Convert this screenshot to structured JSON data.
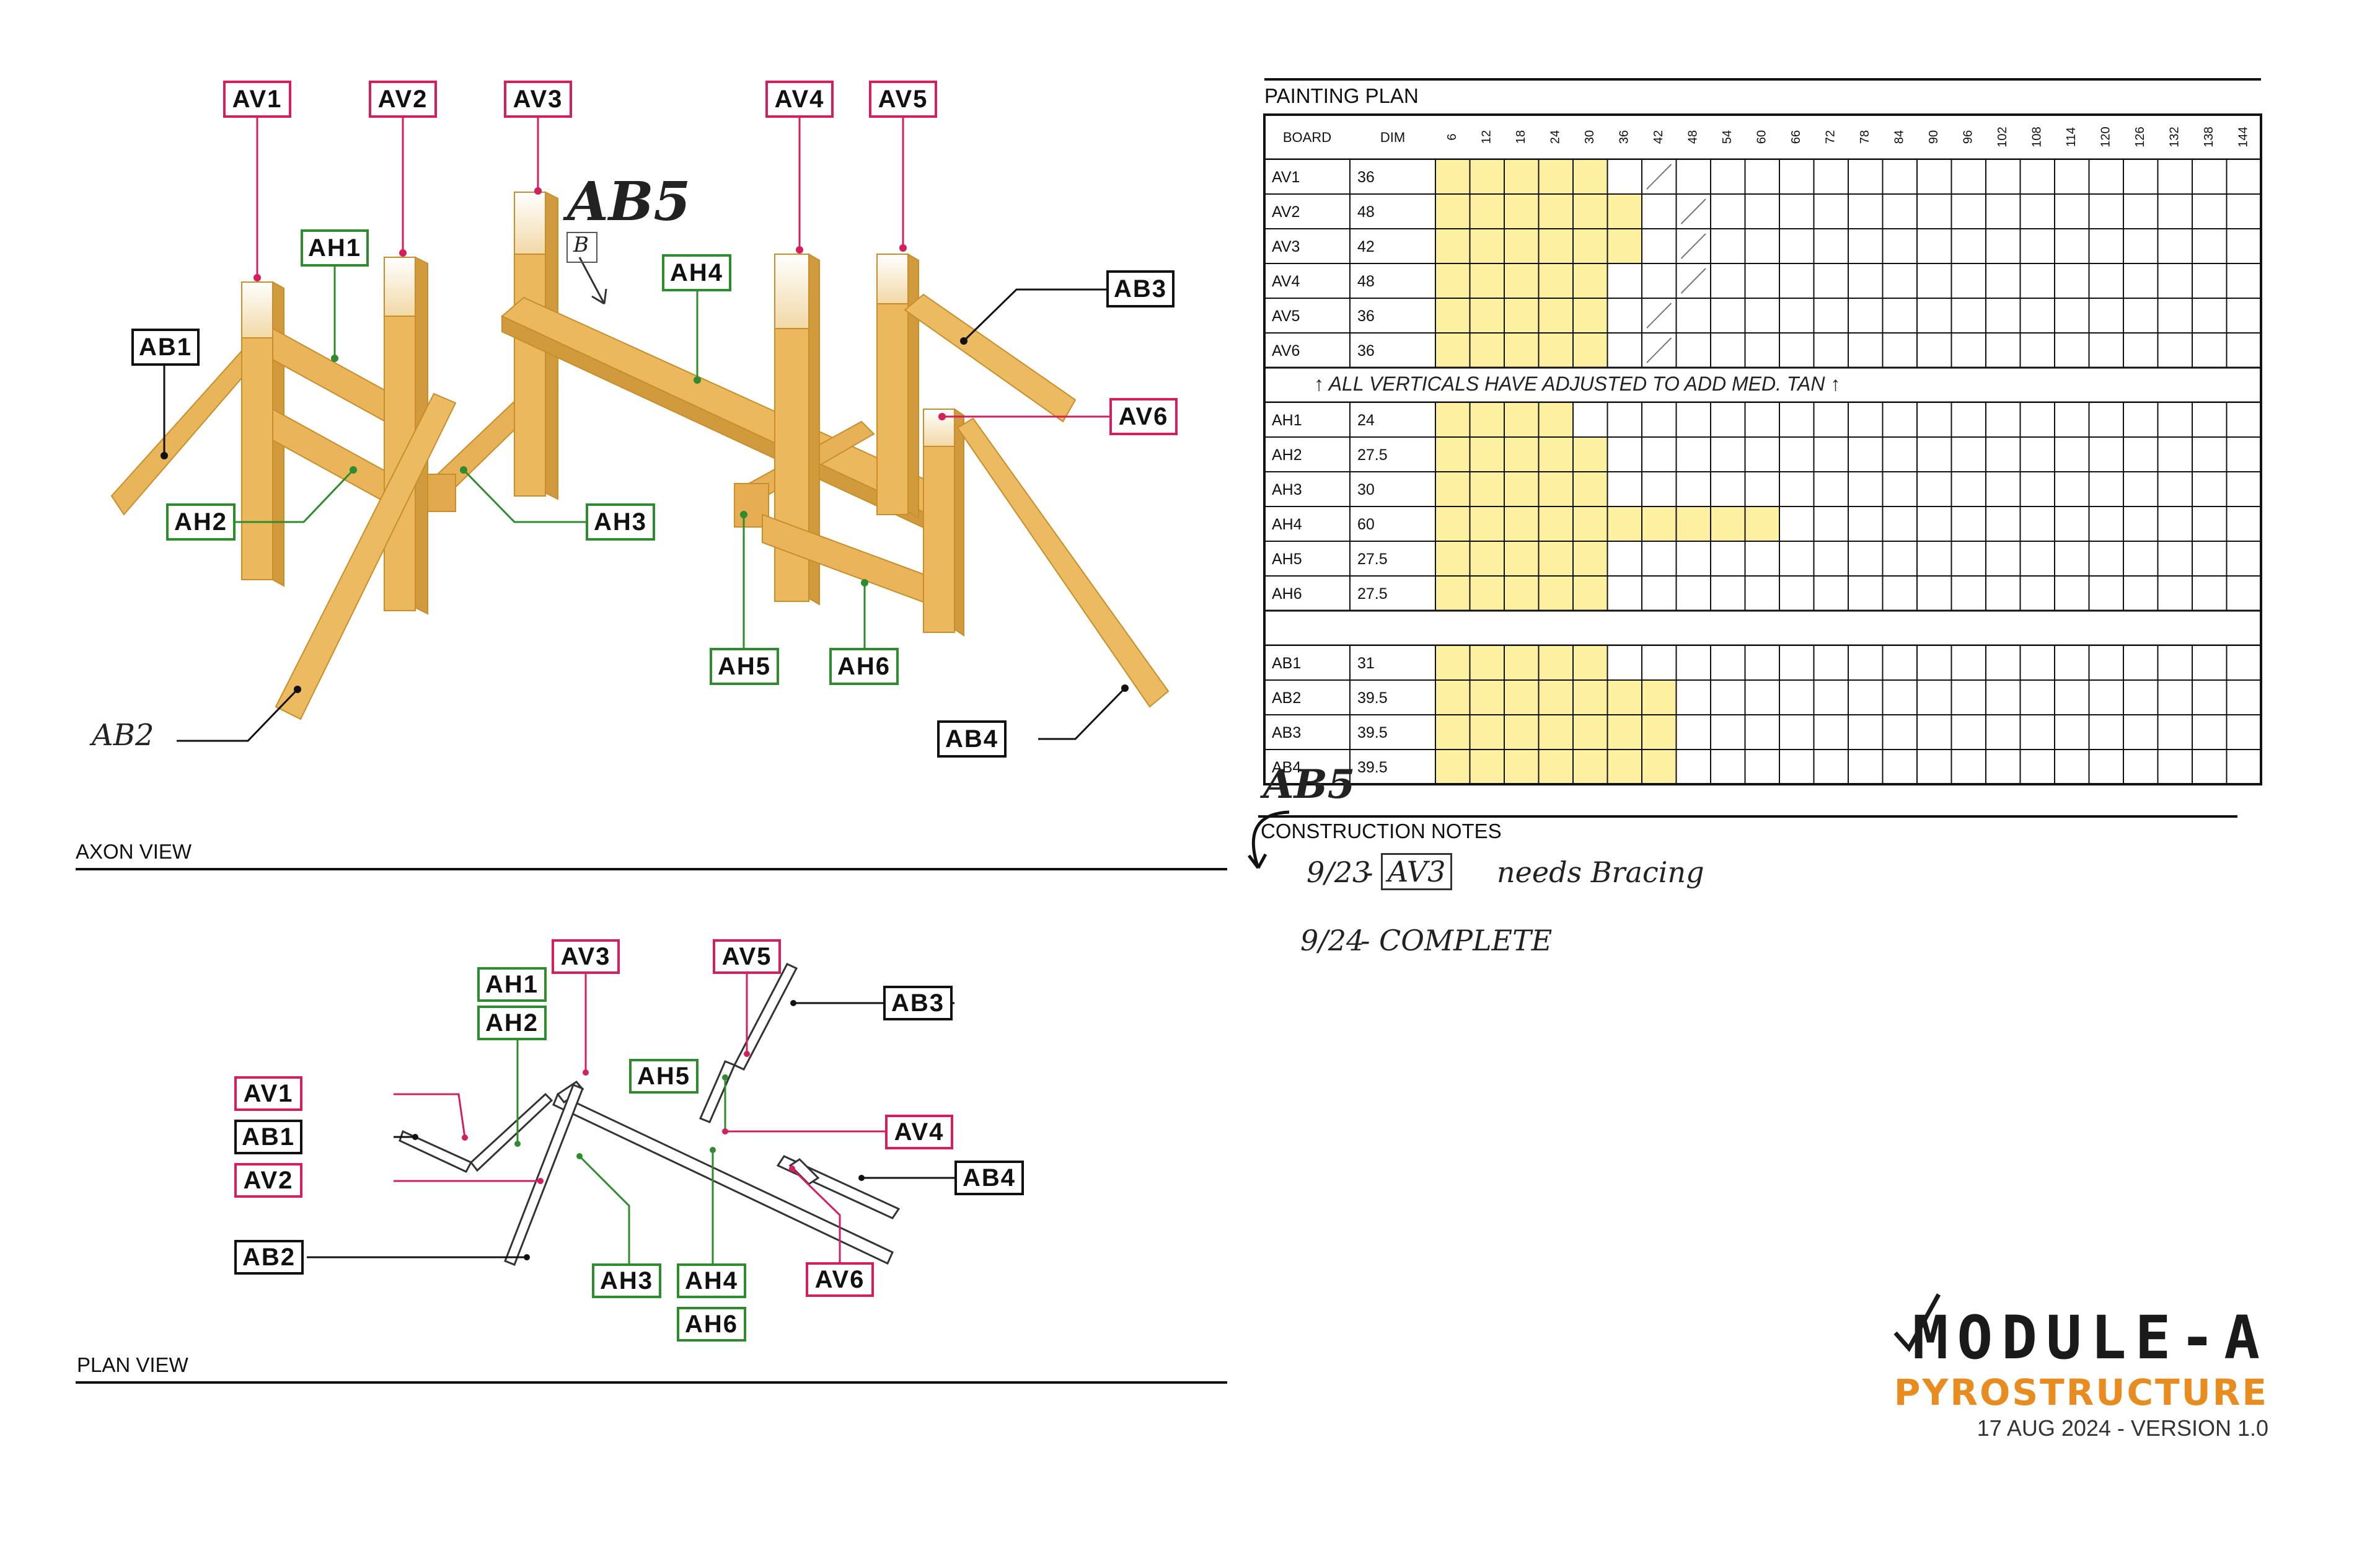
{
  "axon_view": {
    "title": "AXON VIEW",
    "handwritten_label": "AB5",
    "handwritten_box_letter": "B",
    "ab2_handwritten": "AB2",
    "labels": {
      "av1": "AV1",
      "av2": "AV2",
      "av3": "AV3",
      "av4": "AV4",
      "av5": "AV5",
      "av6": "AV6",
      "ah1": "AH1",
      "ah2": "AH2",
      "ah3": "AH3",
      "ah4": "AH4",
      "ah5": "AH5",
      "ah6": "AH6",
      "ab1": "AB1",
      "ab3": "AB3",
      "ab4": "AB4"
    }
  },
  "plan_view": {
    "title": "PLAN VIEW",
    "labels": {
      "av1": "AV1",
      "av2": "AV2",
      "av3": "AV3",
      "av4": "AV4",
      "av5": "AV5",
      "av6": "AV6",
      "ah1": "AH1",
      "ah2": "AH2",
      "ah3": "AH3",
      "ah4": "AH4",
      "ah5": "AH5",
      "ah6": "AH6",
      "ab1": "AB1",
      "ab2": "AB2",
      "ab3": "AB3",
      "ab4": "AB4"
    }
  },
  "painting_plan": {
    "title": "PAINTING PLAN",
    "col_board": "BOARD",
    "col_dim": "DIM",
    "increments": [
      "6",
      "12",
      "18",
      "24",
      "30",
      "36",
      "42",
      "48",
      "54",
      "60",
      "66",
      "72",
      "78",
      "84",
      "90",
      "96",
      "102",
      "108",
      "114",
      "120",
      "126",
      "132",
      "138",
      "144"
    ],
    "groups": [
      {
        "rows": [
          {
            "board": "AV1",
            "dim": "36",
            "filled": 5,
            "slash": [
              6
            ]
          },
          {
            "board": "AV2",
            "dim": "48",
            "filled": 6,
            "slash": [
              7
            ]
          },
          {
            "board": "AV3",
            "dim": "42",
            "filled": 6,
            "slash": [
              7
            ]
          },
          {
            "board": "AV4",
            "dim": "48",
            "filled": 5,
            "slash": [
              7
            ]
          },
          {
            "board": "AV5",
            "dim": "36",
            "filled": 5,
            "slash": [
              6
            ]
          },
          {
            "board": "AV6",
            "dim": "36",
            "filled": 5,
            "slash": [
              6
            ]
          }
        ]
      },
      {
        "note": "↑ ALL VERTICALS HAVE ADJUSTED TO ADD MED. TAN ↑",
        "rows": [
          {
            "board": "AH1",
            "dim": "24",
            "filled": 4,
            "slash": []
          },
          {
            "board": "AH2",
            "dim": "27.5",
            "filled": 5,
            "slash": []
          },
          {
            "board": "AH3",
            "dim": "30",
            "filled": 5,
            "slash": []
          },
          {
            "board": "AH4",
            "dim": "60",
            "filled": 10,
            "slash": []
          },
          {
            "board": "AH5",
            "dim": "27.5",
            "filled": 5,
            "slash": []
          },
          {
            "board": "AH6",
            "dim": "27.5",
            "filled": 5,
            "slash": []
          }
        ]
      },
      {
        "rows": [
          {
            "board": "AB1",
            "dim": "31",
            "filled": 5,
            "slash": []
          },
          {
            "board": "AB2",
            "dim": "39.5",
            "filled": 7,
            "slash": []
          },
          {
            "board": "AB3",
            "dim": "39.5",
            "filled": 7,
            "slash": []
          },
          {
            "board": "AB4",
            "dim": "39.5",
            "filled": 7,
            "slash": []
          }
        ]
      }
    ],
    "fill_color": "#fdf0a0"
  },
  "construction_notes": {
    "handwritten_heading": "AB5",
    "title": "CONSTRUCTION NOTES",
    "entries": [
      {
        "date": "9/23",
        "ref": "AV3",
        "text": "needs Bracing"
      },
      {
        "date": "9/24",
        "text": "COMPLETE"
      }
    ]
  },
  "logo": {
    "title": "MODULE-A",
    "subtitle": "PYROSTRUCTURE",
    "date_version": "17 AUG 2024 - VERSION 1.0"
  },
  "colors": {
    "vertical": "#d41f5a",
    "horizontal": "#2e8b2e",
    "brace": "#111111",
    "wood": "#eab65a",
    "accent": "#e98c1f"
  }
}
